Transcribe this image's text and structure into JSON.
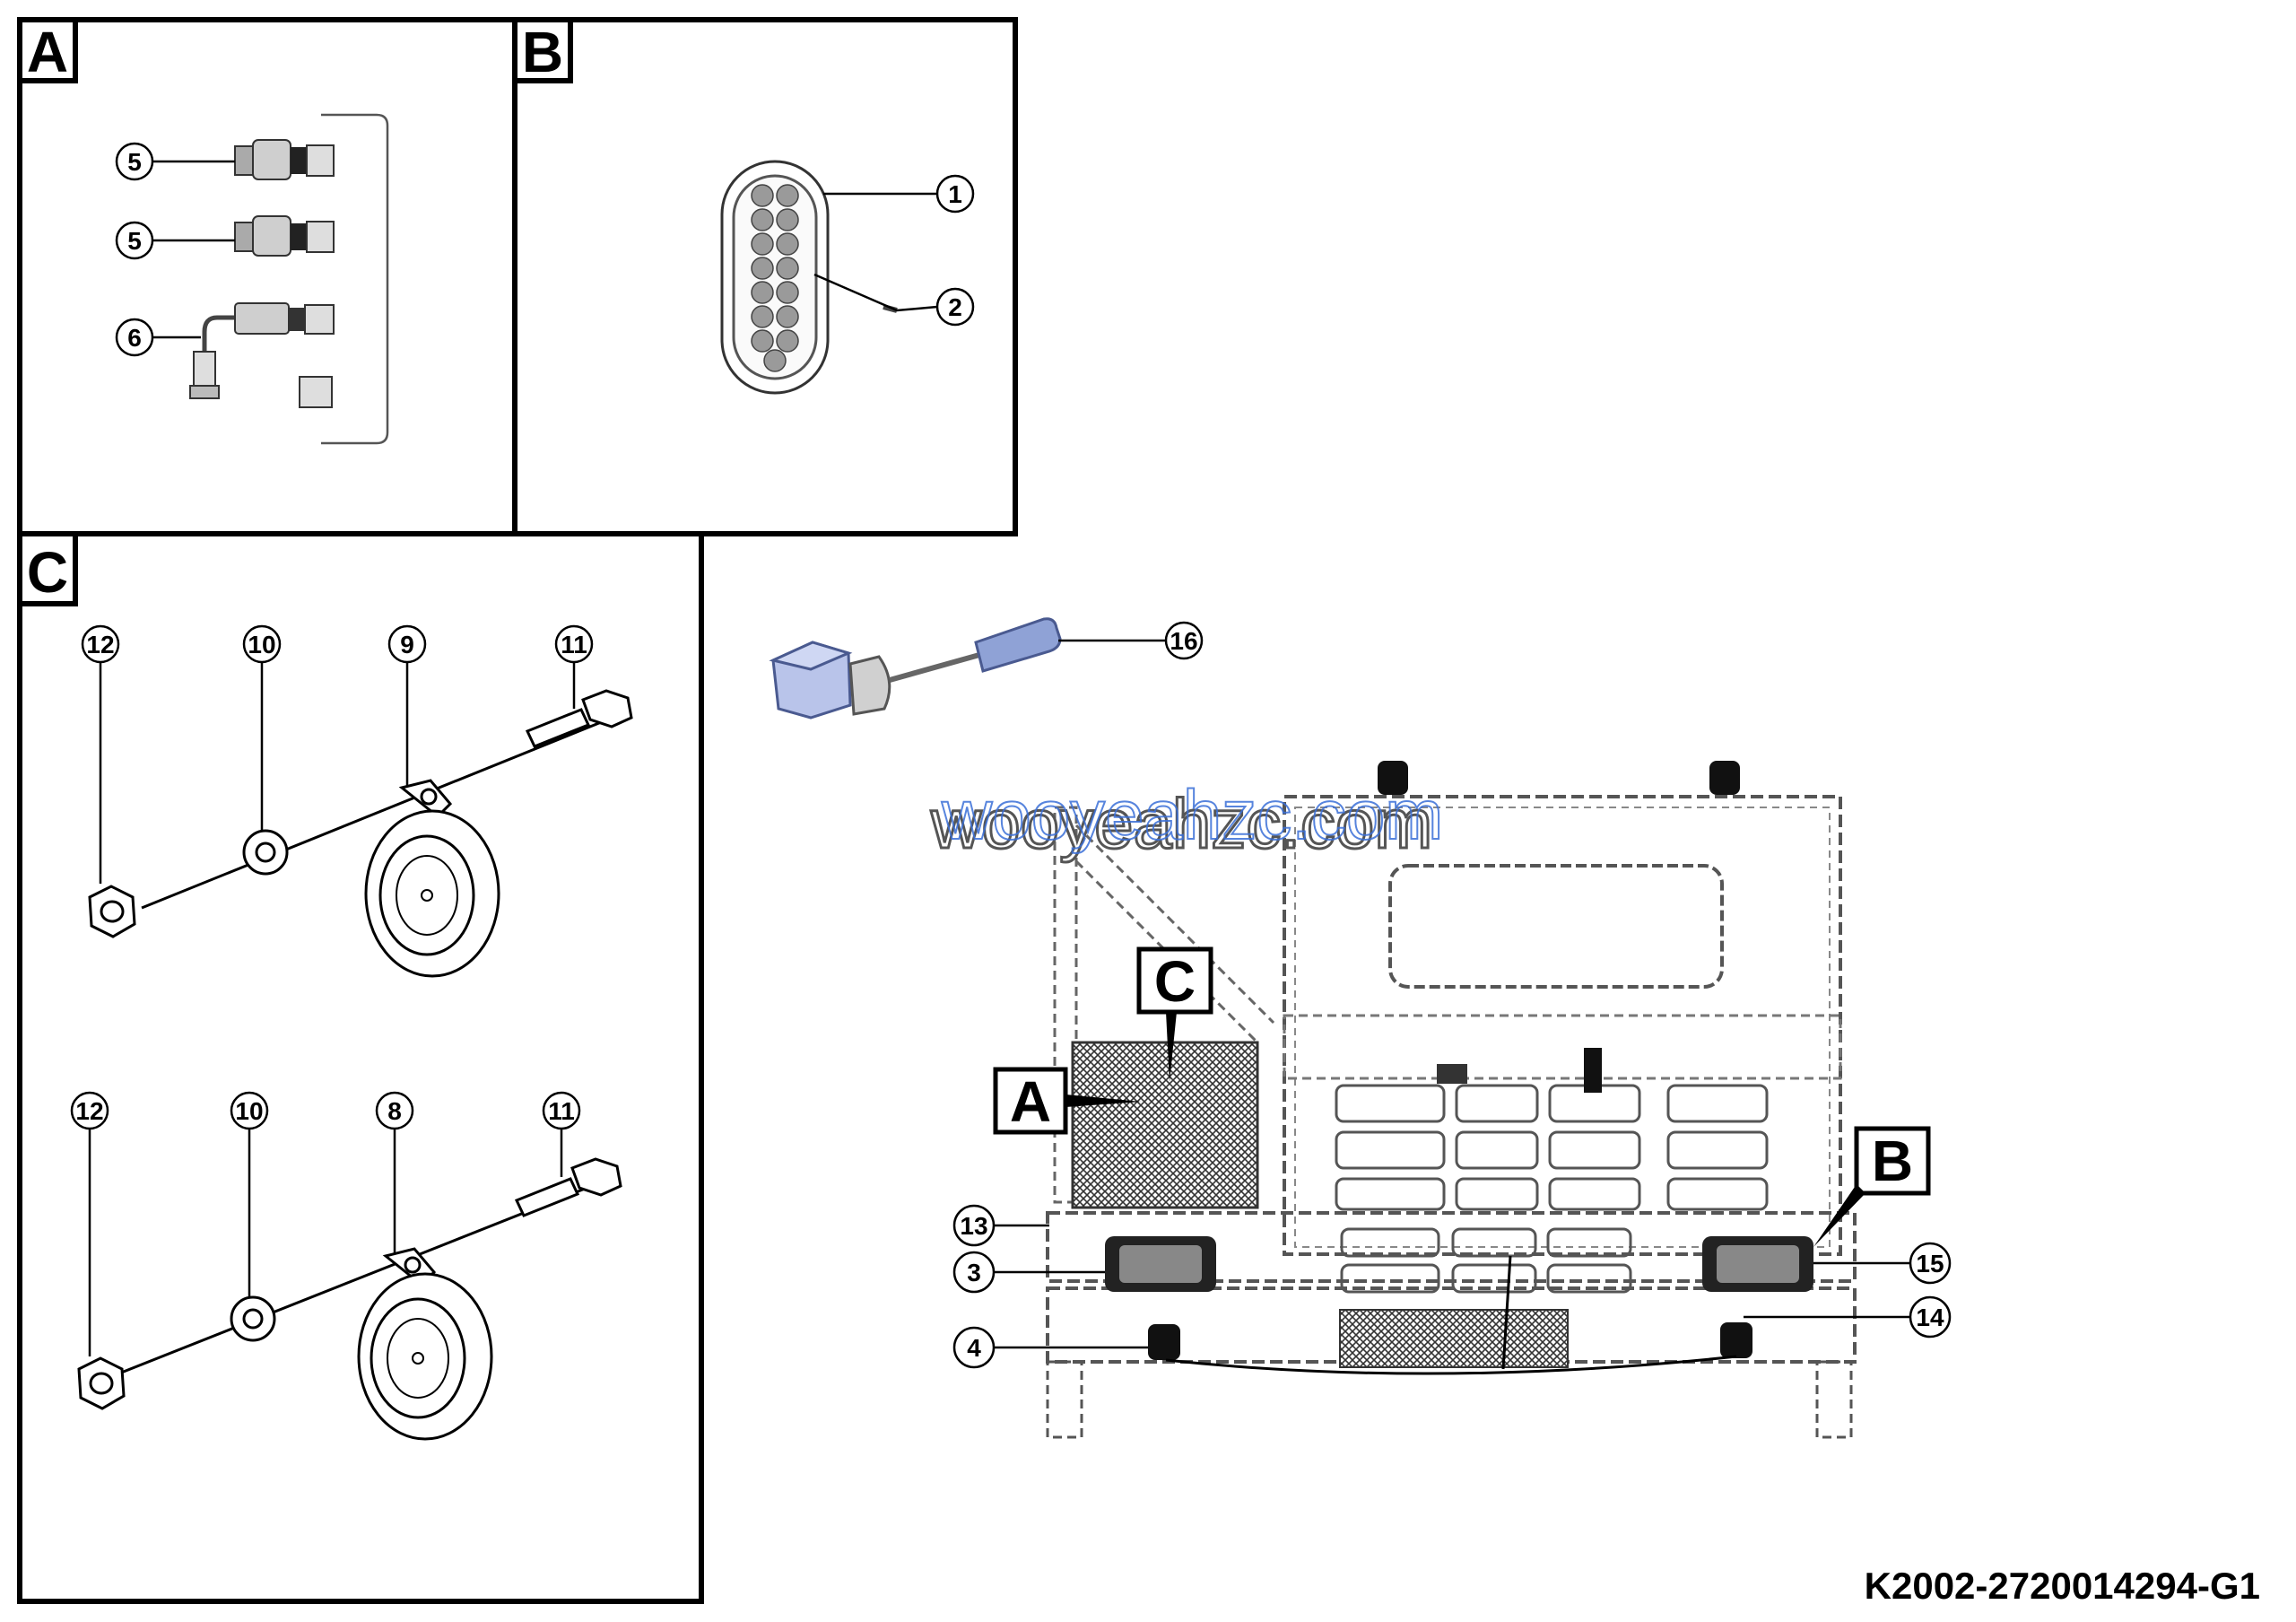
{
  "panels": {
    "a": {
      "label": "A"
    },
    "b": {
      "label": "B"
    },
    "c": {
      "label": "C"
    }
  },
  "callouts": {
    "a_5_top": "5",
    "a_5_mid": "5",
    "a_6": "6",
    "b_1": "1",
    "b_2": "2",
    "c_12_top": "12",
    "c_10_top": "10",
    "c_9": "9",
    "c_11_top": "11",
    "c_12_bot": "12",
    "c_10_bot": "10",
    "c_8": "8",
    "c_11_bot": "11",
    "main_16": "16",
    "main_13": "13",
    "main_3": "3",
    "main_4": "4",
    "main_15": "15",
    "main_14": "14"
  },
  "overview_labels": {
    "a": "A",
    "b": "B",
    "c": "C"
  },
  "watermark": "wooyeahzc.com",
  "drawing_id": "K2002-2720014294-G1",
  "colors": {
    "line": "#000000",
    "part_gray": "#6f6f6f",
    "watermark_blue": "#3a6fd8",
    "lever_blue": "#8fa2d6"
  }
}
